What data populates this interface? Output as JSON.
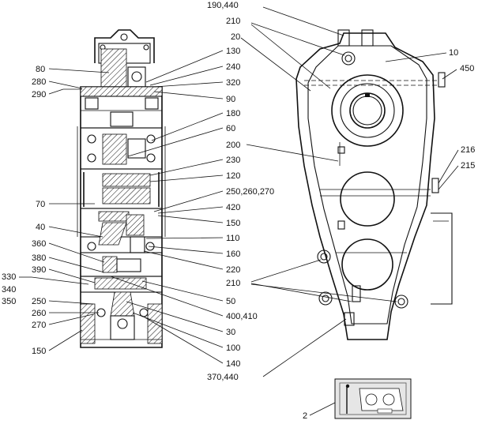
{
  "callouts": {
    "c80": "80",
    "c280": "280",
    "c290": "290",
    "c70": "70",
    "c40": "40",
    "c360": "360",
    "c380": "380",
    "c390": "390",
    "c330": "330",
    "c340": "340",
    "c350": "350",
    "c250l": "250",
    "c260l": "260",
    "c270l": "270",
    "c150l": "150",
    "c130": "130",
    "c240": "240",
    "c320": "320",
    "c90": "90",
    "c180": "180",
    "c60": "60",
    "c200": "200",
    "c230": "230",
    "c120": "120",
    "c250_260_270": "250,260,270",
    "c420": "420",
    "c150r": "150",
    "c110": "110",
    "c160": "160",
    "c220": "220",
    "c50": "50",
    "c400_410": "400,410",
    "c30": "30",
    "c100": "100",
    "c140": "140",
    "c370_440": "370,440",
    "c190_440": "190,440",
    "c210a": "210",
    "c20": "20",
    "c10": "10",
    "c450": "450",
    "c216": "216",
    "c215": "215",
    "c210b": "210",
    "c2": "2"
  },
  "icons": {
    "thumbnail": "gearbox-thumbnail-icon"
  }
}
